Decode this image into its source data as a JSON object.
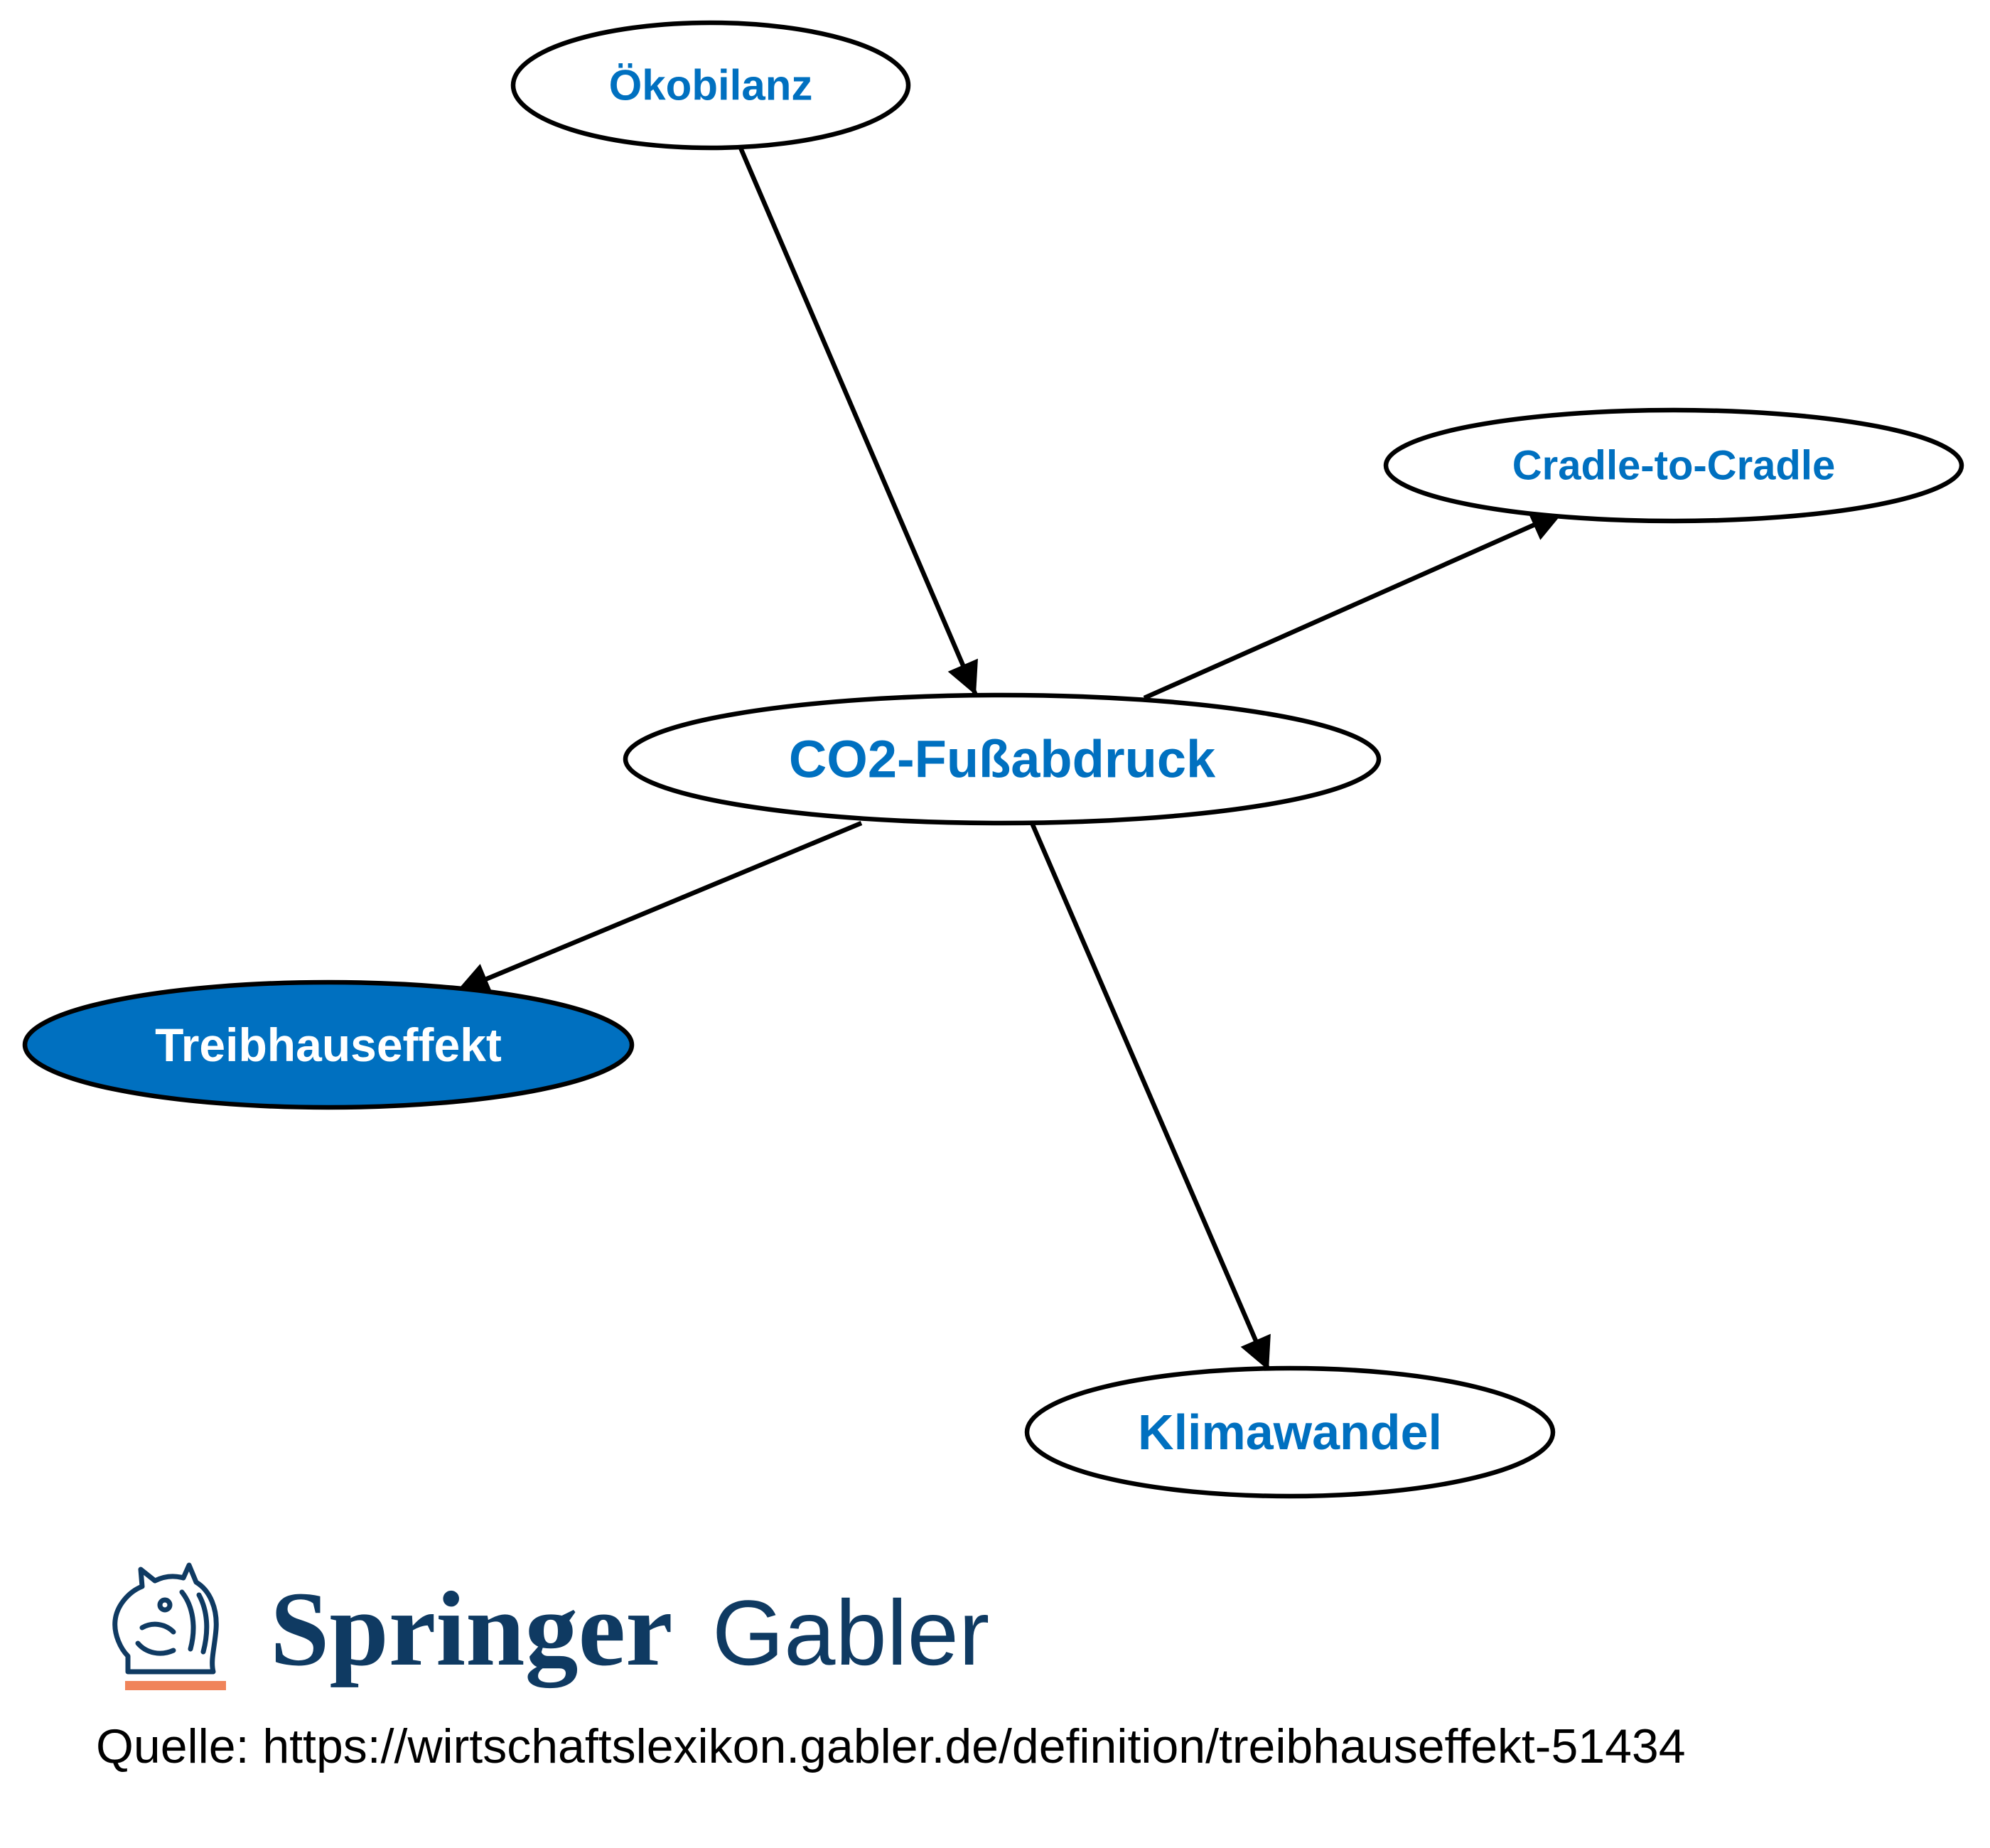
{
  "colors": {
    "label": "#0070c0",
    "highlight_fill": "#0070c0",
    "highlight_label": "#ffffff",
    "edge": "#000000",
    "logo_navy": "#0f3a62",
    "logo_accent": "#f0845a"
  },
  "nodes": [
    {
      "id": "oekobilanz",
      "label": "Ökobilanz",
      "highlight": false
    },
    {
      "id": "cradle",
      "label": "Cradle-to-Cradle",
      "highlight": false
    },
    {
      "id": "co2",
      "label": "CO2-Fußabdruck",
      "highlight": false
    },
    {
      "id": "treibhaus",
      "label": "Treibhauseffekt",
      "highlight": true
    },
    {
      "id": "klima",
      "label": "Klimawandel",
      "highlight": false
    }
  ],
  "edges": [
    {
      "from": "oekobilanz",
      "to": "co2"
    },
    {
      "from": "co2",
      "to": "cradle"
    },
    {
      "from": "co2",
      "to": "treibhaus"
    },
    {
      "from": "co2",
      "to": "klima"
    }
  ],
  "logo": {
    "brand": "Springer",
    "sub": "Gabler",
    "icon": "knight-horse-icon"
  },
  "footer": {
    "source": "Quelle: https://wirtschaftslexikon.gabler.de/definition/treibhauseffekt-51434"
  }
}
